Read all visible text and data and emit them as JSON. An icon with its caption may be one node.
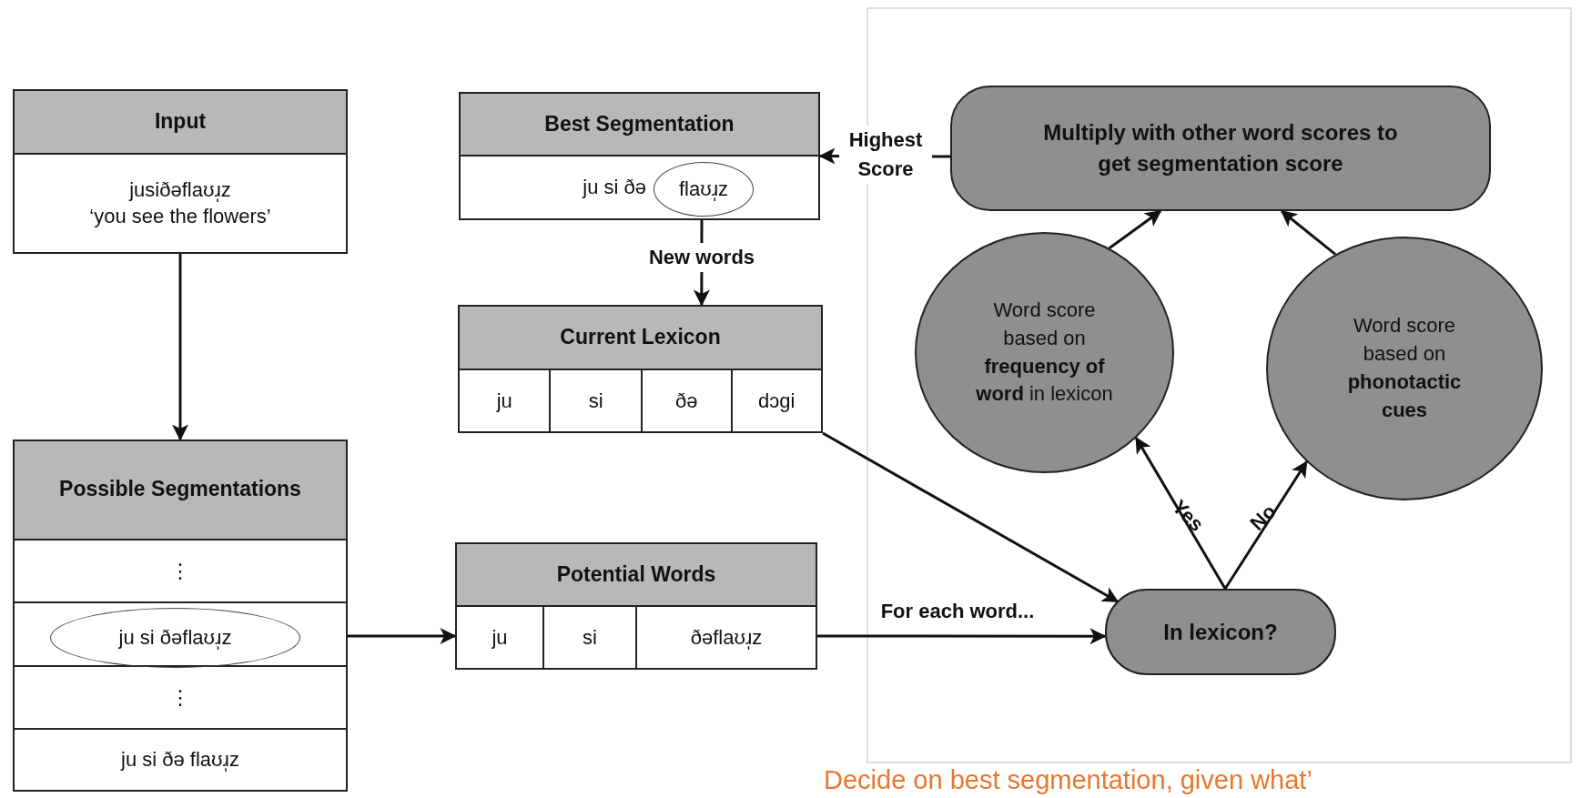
{
  "diagram": {
    "nodes": [
      {
        "text": [
          "Input",
          "jusiðəflaʊɹ̩z",
          "‘you see the flowers’"
        ]
      },
      {
        "text": [
          "Possible Segmentations",
          "⋮",
          "⋮",
          "ju si ðə flaʊɹ̩z"
        ]
      },
      {
        "text": [
          "ju si ðəflaʊɹ̩z"
        ],
        "in": 1
      },
      {
        "text": [
          "Best Segmentation",
          "ju si ðə"
        ]
      },
      {
        "text": [
          "flaʊɹ̩z"
        ],
        "in": 3
      },
      {
        "text": [
          "Current Lexicon",
          "ju",
          "si",
          "ðə",
          "dɔgi"
        ]
      },
      {
        "text": [
          "Potential Words",
          "ju",
          "si",
          "ðəflaʊɹ̩z"
        ]
      },
      {
        "text": [
          "Multiply with other word scores to get segmentation score"
        ]
      },
      {
        "text": [
          "Word score based on **frequency of word** in lexicon"
        ]
      },
      {
        "text": [
          "Word score based on **phonotactic cues**"
        ]
      },
      {
        "text": [
          "In lexicon?"
        ]
      }
    ],
    "edges": [
      {
        "from": 0,
        "to": 1,
        "arrow": "to"
      },
      {
        "from": 2,
        "to": 6,
        "arrow": "to"
      },
      {
        "from": 6,
        "to": 10,
        "arrow": "to",
        "label": "For each word..."
      },
      {
        "from": 5,
        "to": 10,
        "arrow": "to"
      },
      {
        "from": 10,
        "to": 8,
        "arrow": "to",
        "label": "Yes"
      },
      {
        "from": 10,
        "to": 9,
        "arrow": "to",
        "label": "No"
      },
      {
        "from": 8,
        "to": 7,
        "arrow": "to"
      },
      {
        "from": 9,
        "to": 7,
        "arrow": "to"
      },
      {
        "from": 7,
        "to": 3,
        "arrow": "to",
        "label": "Highest Score"
      },
      {
        "from": 4,
        "to": 5,
        "arrow": "to",
        "label": "New words"
      }
    ],
    "labels": [
      "Decide on best segmentation, given what’"
    ]
  }
}
